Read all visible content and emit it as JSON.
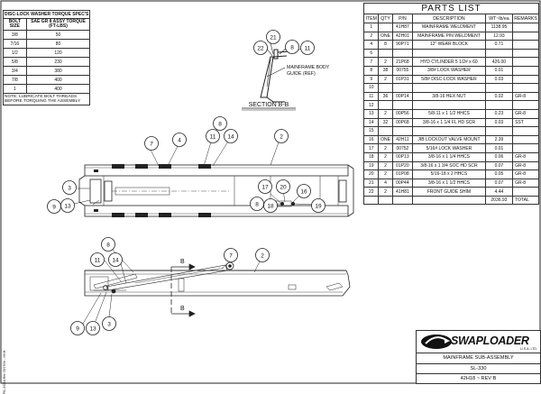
{
  "torque_table": {
    "title": "DISC-LOCK WASHER TORQUE SPEC'S",
    "headers": [
      "BOLT SIZE",
      "SAE GR 8 ASSY TORQUE (FT-LBS)"
    ],
    "rows": [
      [
        "3/8",
        "50"
      ],
      [
        "7/16",
        "80"
      ],
      [
        "1/2",
        "120"
      ],
      [
        "5/8",
        "230"
      ],
      [
        "3/4",
        "380"
      ],
      [
        "7/8",
        "400"
      ],
      [
        "1",
        "400"
      ]
    ],
    "note": "NOTE: LUBRICATE BOLT THREADS BEFORE TORQUING THE ASSEMBLY"
  },
  "parts_list": {
    "title": "PARTS LIST",
    "headers": [
      "ITEM",
      "QTY",
      "P/N",
      "DESCRIPTION",
      "WT~lb/ea",
      "REMARKS"
    ],
    "rows": [
      [
        "1",
        "",
        "41H87",
        "MAINFRAME WELDMENT",
        "1138.95",
        ""
      ],
      [
        "2",
        "ONE",
        "42H01",
        "MAINFRAME PIN WELDMENT",
        "12.93",
        ""
      ],
      [
        "4",
        "8",
        "90P71",
        "12\" WEAR BLOCK",
        "0.71",
        ""
      ],
      [
        "6",
        "",
        "",
        "",
        "",
        ""
      ],
      [
        "7",
        "2",
        "21P68",
        "HYD CYLINDER 5 1/2# x 60",
        "426.00",
        ""
      ],
      [
        "8",
        "38",
        "00755",
        "3/8# LOCK WASHER",
        "0.01",
        ""
      ],
      [
        "9",
        "2",
        "01P31",
        "5/8# DISC-LOCK WASHER",
        "0.03",
        ""
      ],
      [
        "10",
        "",
        "",
        "",
        "",
        ""
      ],
      [
        "11",
        "36",
        "00P14",
        "3/8-16 HEX NUT",
        "0.02",
        "GR-8"
      ],
      [
        "12",
        "",
        "",
        "",
        "",
        ""
      ],
      [
        "13",
        "2",
        "00P56",
        "5/8-11 x 1 1/2 HHCS",
        "0.23",
        "GR-8"
      ],
      [
        "14",
        "32",
        "00P68",
        "3/8-16 x 1 1/4 FL HD SCR",
        "0.03",
        "SST"
      ],
      [
        "15",
        "",
        "",
        "",
        "",
        ""
      ],
      [
        "16",
        "ONE",
        "42H11",
        "JIB LOCKOUT VALVE MOUNT",
        "2.39",
        ""
      ],
      [
        "17",
        "2",
        "00752",
        "5/16# LOCK WASHER",
        "0.01",
        ""
      ],
      [
        "18",
        "2",
        "00P13",
        "3/8-16 x 1 1/4 HHCS",
        "0.06",
        "GR-8"
      ],
      [
        "19",
        "2",
        "01P20",
        "3/8-16 x 1 3/4 SOC HD SCR",
        "0.07",
        "GR-8"
      ],
      [
        "20",
        "2",
        "01P08",
        "5/16-18 x 2 HHCS",
        "0.05",
        "GR-8"
      ],
      [
        "21",
        "4",
        "00P44",
        "3/8-16 x 1 1/2 HHCS",
        "0.07",
        "GR-8"
      ],
      [
        "22",
        "2",
        "41H81",
        "FRONT GUIDE SHIM",
        "4.44",
        ""
      ]
    ],
    "total_value": "2036.93",
    "total_label": "TOTAL"
  },
  "section": {
    "title": "SECTION B-B",
    "callout": "MAINFRAME BODY GUIDE (REF)",
    "cut_label": "B"
  },
  "balloons": {
    "section": [
      "21",
      "22",
      "8",
      "11"
    ],
    "top_view": [
      "8",
      "7",
      "4",
      "11",
      "14",
      "2",
      "3",
      "9",
      "13",
      "17",
      "20",
      "16",
      "18",
      "8",
      "19"
    ],
    "side_view": [
      "8",
      "11",
      "14",
      "7",
      "2",
      "9",
      "13",
      "3"
    ]
  },
  "title_block": {
    "brand": "SWAPLOADER",
    "brand_sub": "U.S.A. LTD.",
    "title": "MAINFRAME SUB-ASSEMBLY",
    "number": "SL-330",
    "revision": "42H18 ~ REV B"
  },
  "margin_note": "P/L-33018-Rev   05/17/06 - 09:08"
}
